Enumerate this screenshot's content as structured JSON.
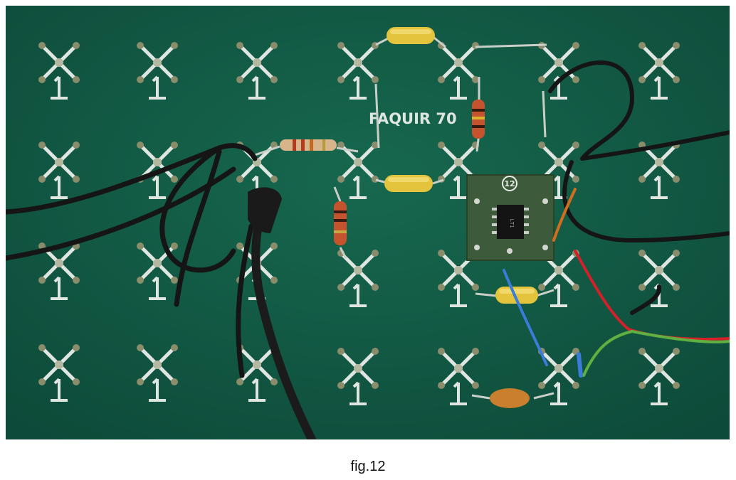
{
  "board": {
    "label": "FAQUIR 70",
    "module_label": "12",
    "ic_label": "LT1"
  },
  "caption": "fig.12",
  "colors": {
    "board": "#135c47",
    "board_dark": "#0d4a39",
    "terminal": "#dfe6e2",
    "capacitor_yellow": "#e4c43c",
    "capacitor_orange": "#c97f2e",
    "wire_black": "#151515",
    "wire_red": "#d5202a",
    "wire_green": "#5fb040",
    "wire_blue": "#3a7cd8",
    "wire_orange": "#d06d1e",
    "module": "#3d5b3a"
  }
}
